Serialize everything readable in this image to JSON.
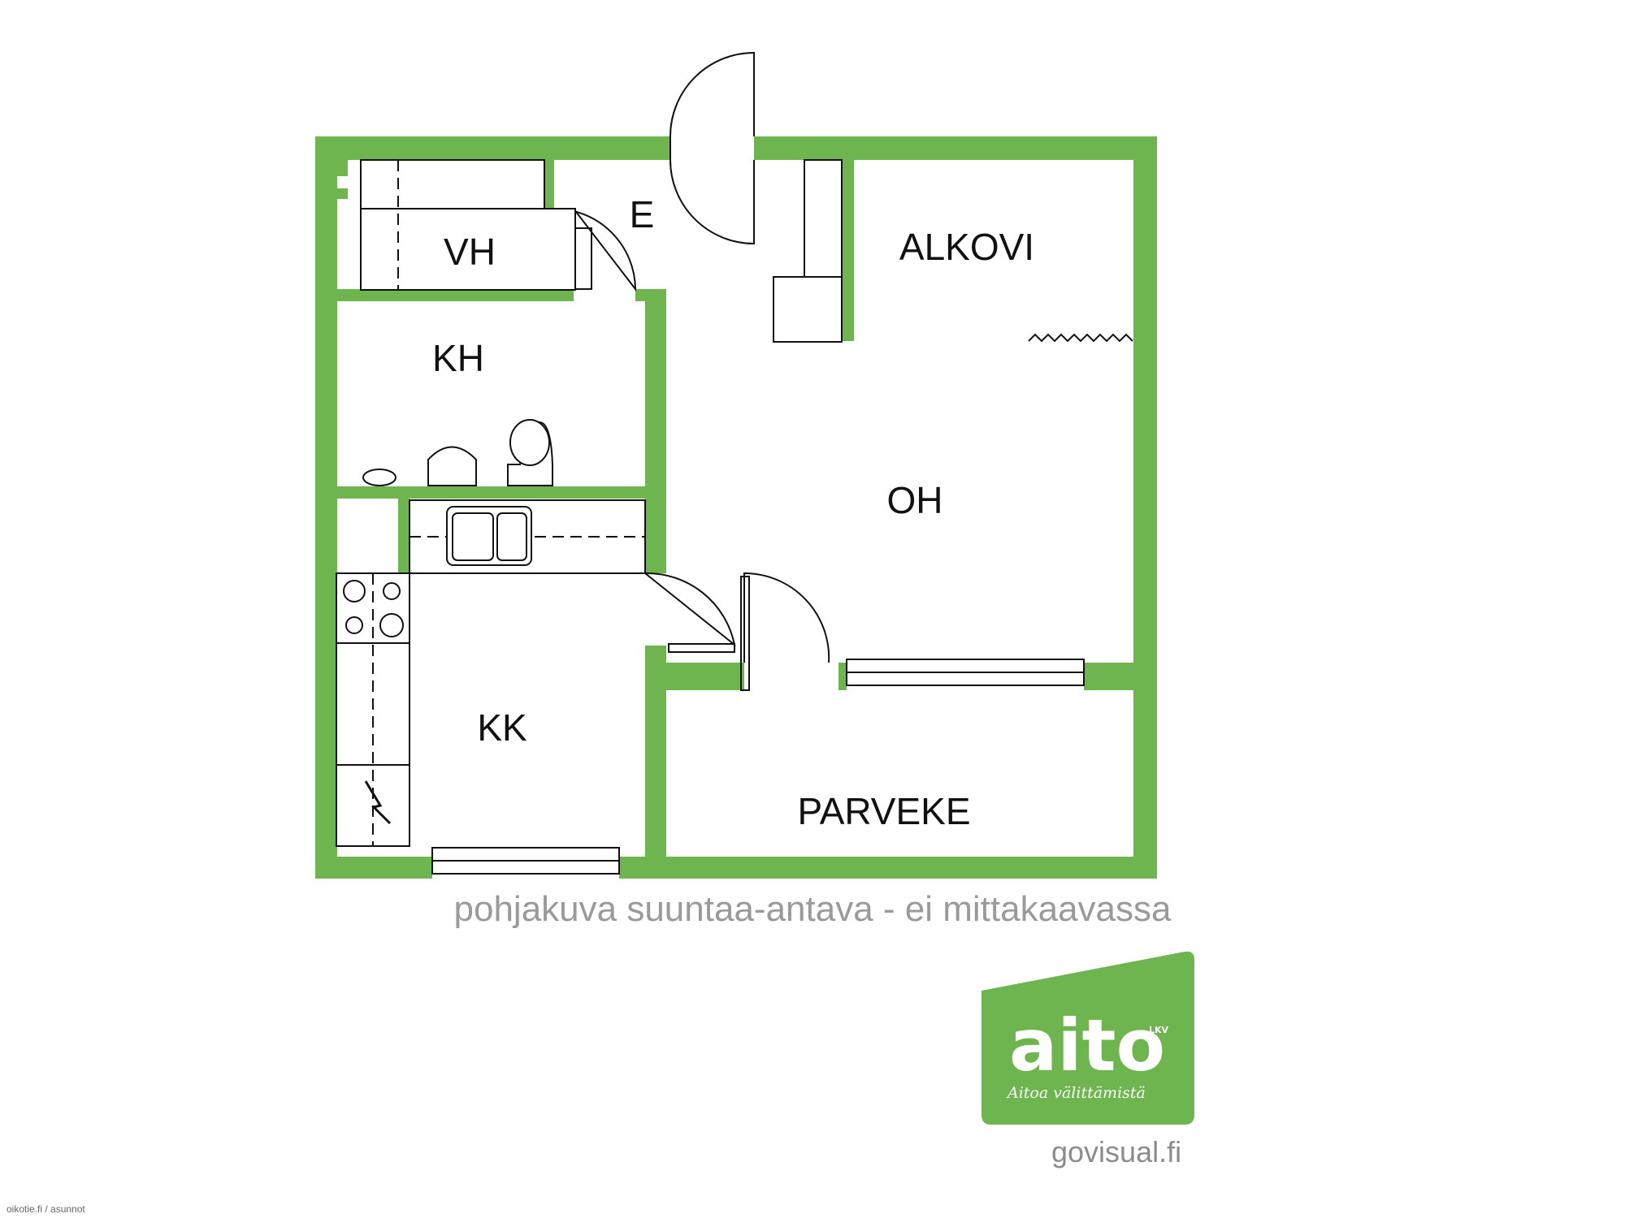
{
  "brand_color": "#6eb550",
  "rooms": {
    "vh": "VH",
    "e": "E",
    "alkovi": "ALKOVI",
    "kh": "KH",
    "oh": "OH",
    "kk": "KK",
    "parveke": "PARVEKE"
  },
  "note": "pohjakuva suuntaa-antava - ei mittakaavassa",
  "logo": {
    "name": "aito",
    "suffix": "LKV",
    "slogan": "Aitoa välittämistä"
  },
  "credit": "govisual.fi",
  "source": "oikotie.fi / asunnot"
}
